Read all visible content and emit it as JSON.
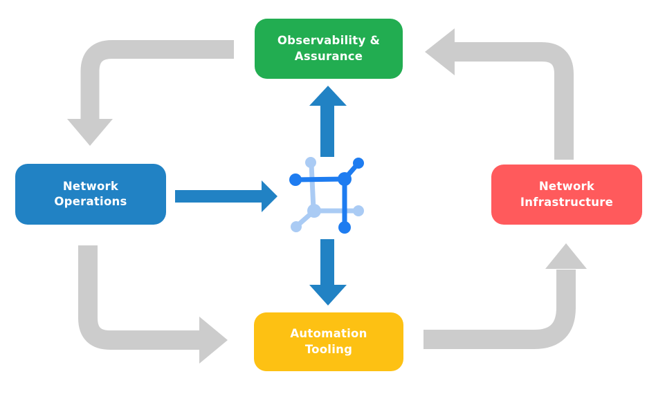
{
  "diagram": {
    "type": "cycle-flow",
    "nodes": [
      {
        "id": "observability-assurance",
        "label": "Observability &\nAssurance",
        "color": "#22ad51"
      },
      {
        "id": "network-operations",
        "label": "Network\nOperations",
        "color": "#2182c4"
      },
      {
        "id": "network-infrastructure",
        "label": "Network\nInfrastructure",
        "color": "#ff5a5c"
      },
      {
        "id": "automation-tooling",
        "label": "Automation\nTooling",
        "color": "#fdc113"
      }
    ],
    "center_icon": {
      "name": "network-hub-icon",
      "dark_color": "#1e7cf0",
      "light_color": "#aacbf4"
    },
    "connections": [
      {
        "from": "observability-assurance",
        "to": "network-operations",
        "style": "gray-elbow"
      },
      {
        "from": "network-operations",
        "to": "automation-tooling",
        "style": "gray-elbow"
      },
      {
        "from": "automation-tooling",
        "to": "network-infrastructure",
        "style": "gray-elbow"
      },
      {
        "from": "network-infrastructure",
        "to": "observability-assurance",
        "style": "gray-elbow"
      },
      {
        "from": "network-operations",
        "to": "network-hub-icon",
        "style": "blue-straight"
      },
      {
        "from": "network-hub-icon",
        "to": "observability-assurance",
        "style": "blue-straight"
      },
      {
        "from": "network-hub-icon",
        "to": "automation-tooling",
        "style": "blue-straight"
      }
    ],
    "colors": {
      "arrow_gray": "#cccccc",
      "arrow_blue": "#2182c4",
      "label_text": "#ffffff",
      "background": "#ffffff"
    }
  }
}
